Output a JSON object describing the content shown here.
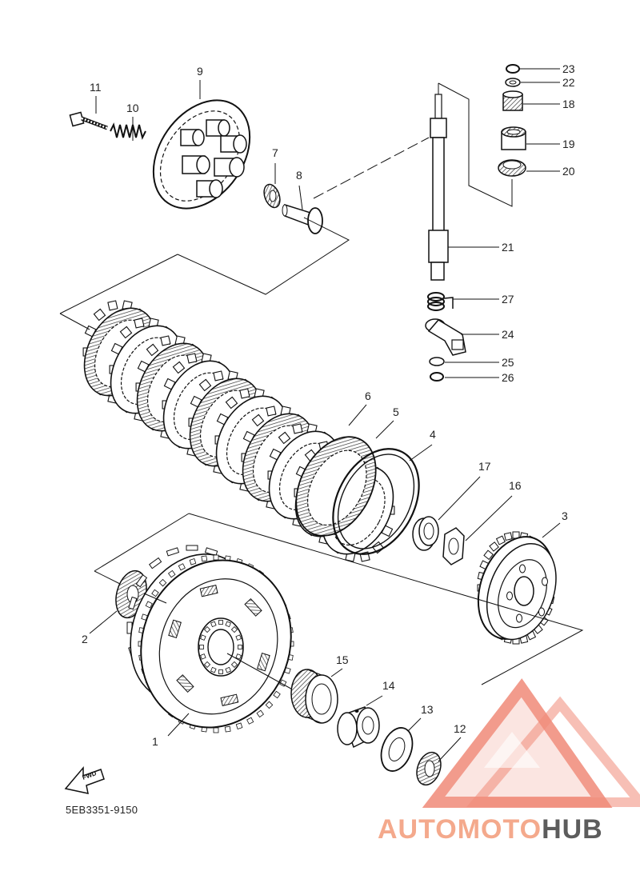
{
  "diagram": {
    "part_code": "5EB3351-9150",
    "fwd_label": "FWD",
    "callouts": [
      "1",
      "2",
      "3",
      "4",
      "5",
      "6",
      "7",
      "8",
      "9",
      "10",
      "11",
      "12",
      "13",
      "14",
      "15",
      "16",
      "17",
      "18",
      "19",
      "20",
      "21",
      "22",
      "23",
      "24",
      "25",
      "26",
      "27"
    ]
  },
  "watermark": {
    "brand_part_a": "AUTOMOTO",
    "brand_part_b": "HUB",
    "colors": {
      "logo_red": "#f08a78",
      "brand_orange": "#f4a98c",
      "brand_gray": "#5c5c5c"
    }
  }
}
